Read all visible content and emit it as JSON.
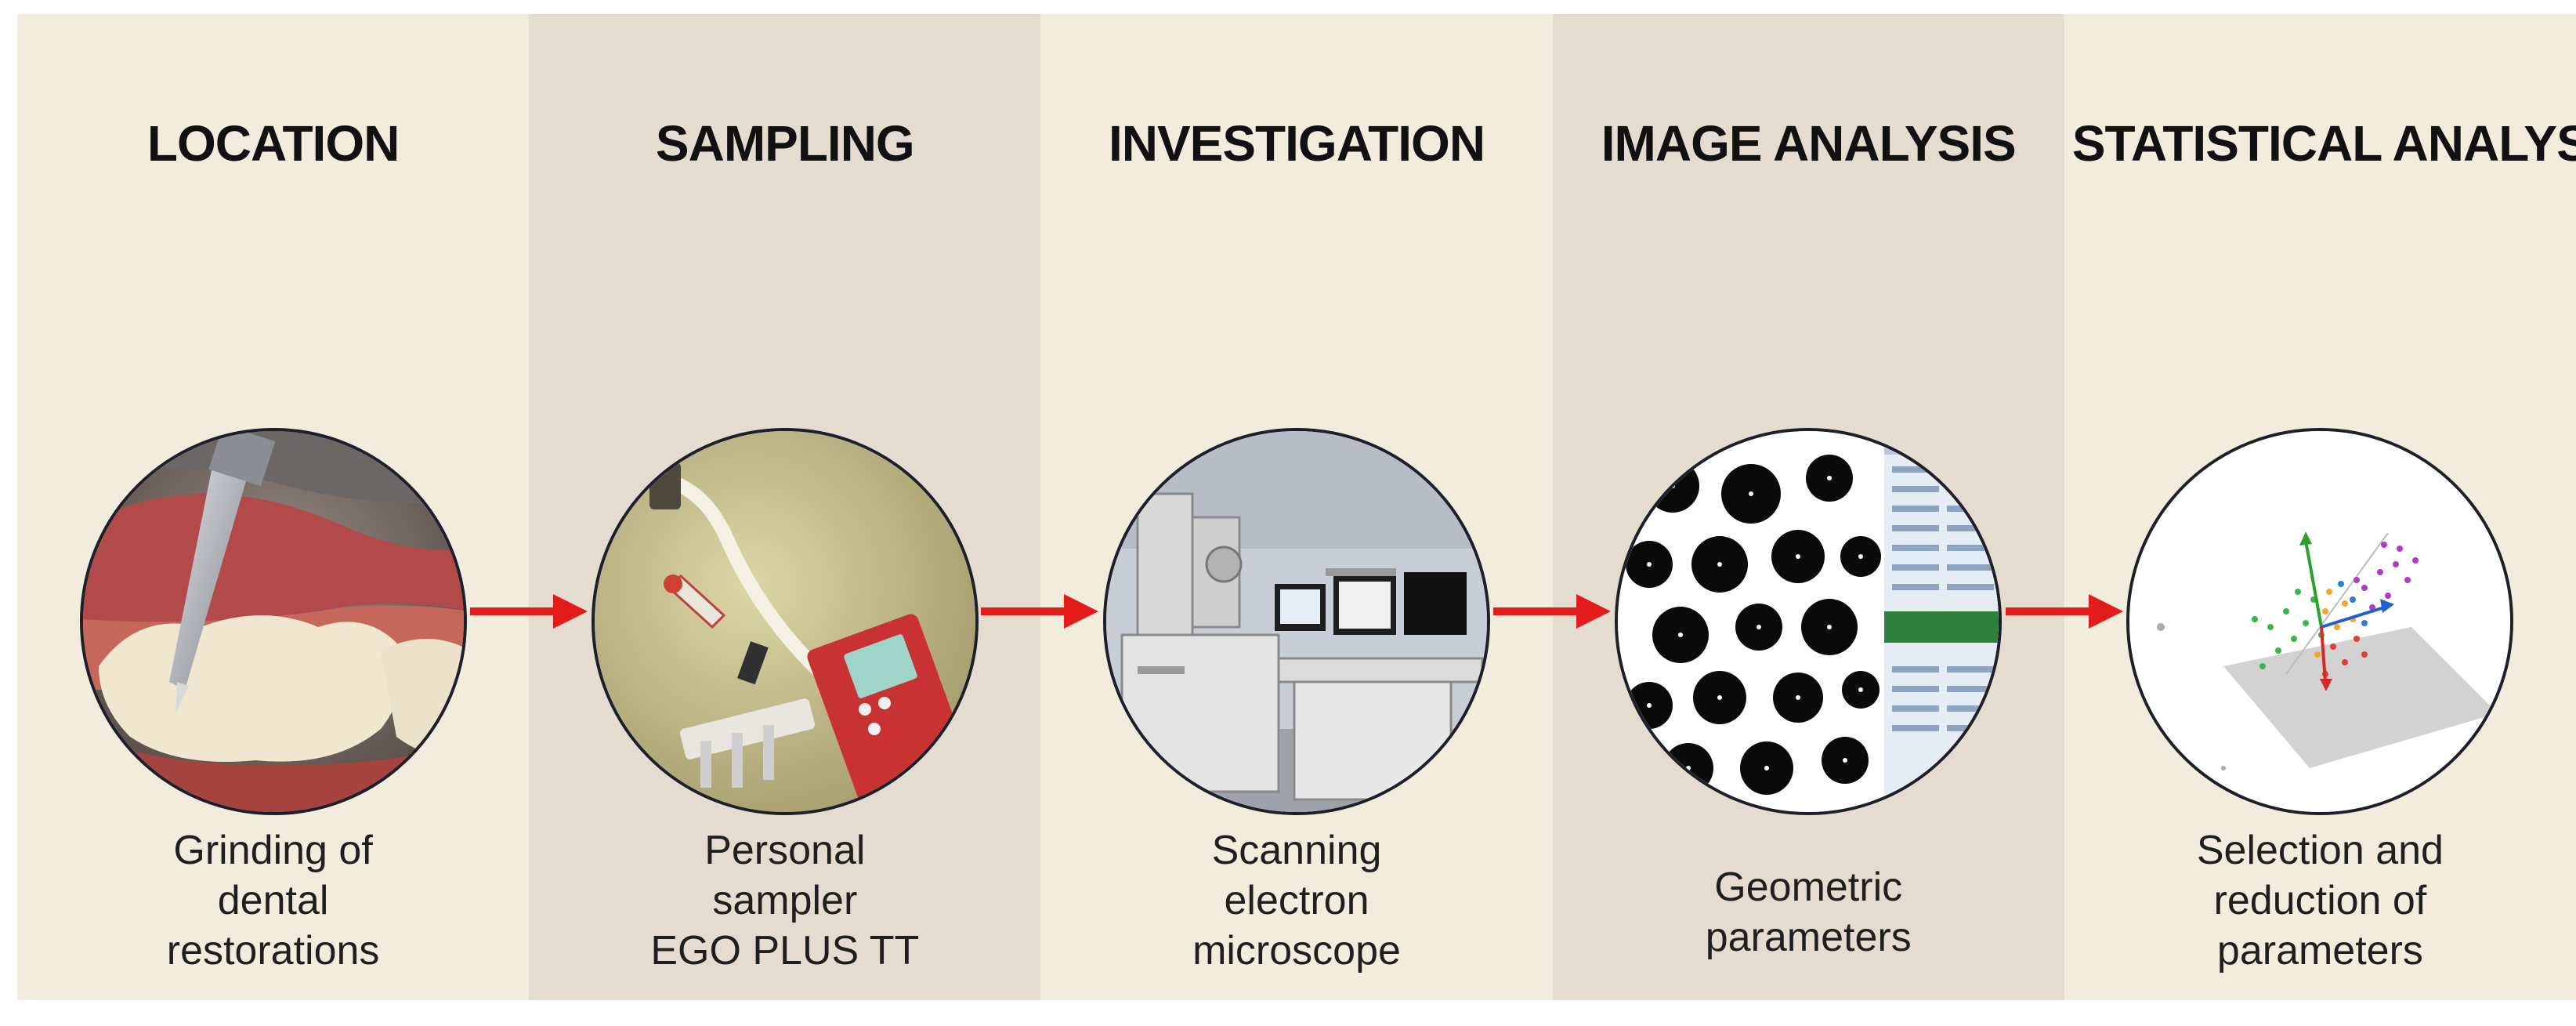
{
  "steps": [
    {
      "title": "LOCATION",
      "caption": [
        "Grinding of",
        "dental",
        "restorations"
      ],
      "image": "dental-grinding-photo"
    },
    {
      "title": "SAMPLING",
      "caption": [
        "Personal",
        "sampler",
        "EGO PLUS TT"
      ],
      "image": "personal-sampler-photo"
    },
    {
      "title": "INVESTIGATION",
      "caption": [
        "Scanning",
        "electron",
        "microscope"
      ],
      "image": "sem-lab-photo"
    },
    {
      "title": "IMAGE ANALYSIS",
      "caption": [
        "Geometric",
        "parameters"
      ],
      "image": "particle-segmentation-screenshot"
    },
    {
      "title": "STATISTICAL ANALYSIS",
      "caption": [
        "Selection and",
        "reduction of",
        "parameters"
      ],
      "image": "3d-scatter-plot"
    }
  ],
  "colors": {
    "panel_light": "#f2ecdd",
    "panel_dark": "#e4ddcf",
    "arrow": "#e41b1b",
    "circle_border": "#1d1f2b"
  }
}
